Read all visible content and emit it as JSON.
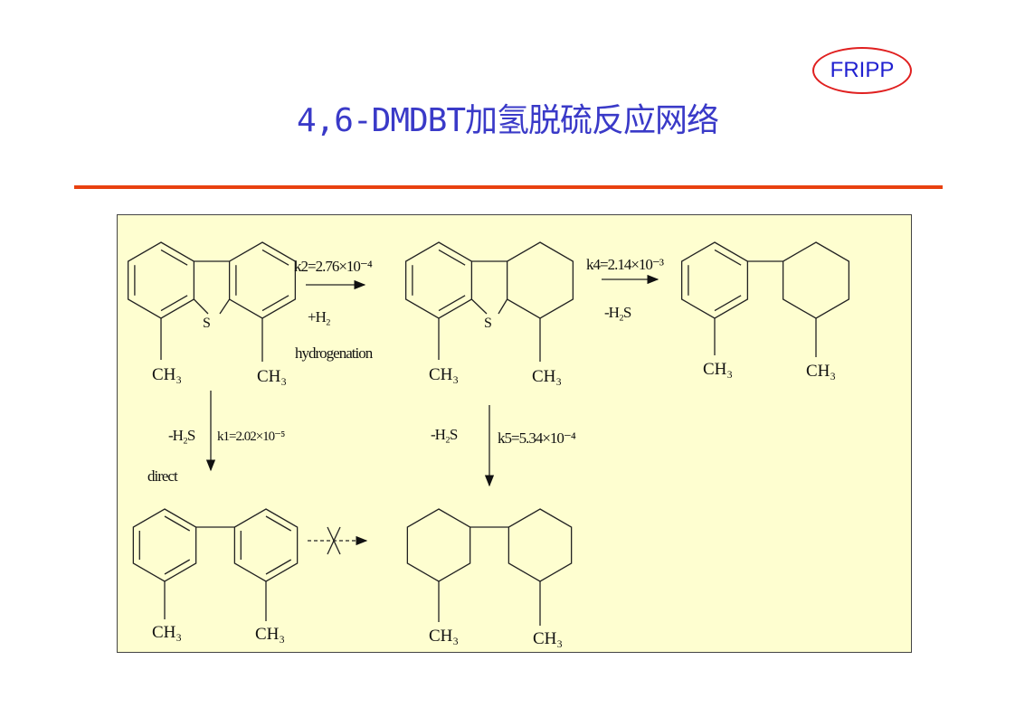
{
  "header": {
    "title": "4,6-DMDBT加氢脱硫反应网络",
    "logo": "FRIPP"
  },
  "scheme": {
    "sulfur": "S",
    "methyl": "CH₃",
    "step_hyd": {
      "rate": "k2=2.76×10⁻⁴",
      "reagent": "+H₂",
      "label": "hydrogenation"
    },
    "step_k4": {
      "rate": "k4=2.14×10⁻³",
      "reagent": "-H₂S"
    },
    "step_dds": {
      "rate": "k1=2.02×10⁻⁵",
      "reagent": "-H₂S",
      "label": "direct"
    },
    "step_k5": {
      "rate": "k5=5.34×10⁻⁴",
      "reagent": "-H₂S"
    }
  },
  "colors": {
    "title": "#3a3ac8",
    "rule": "#e8400f",
    "panel": "#fefed0"
  }
}
